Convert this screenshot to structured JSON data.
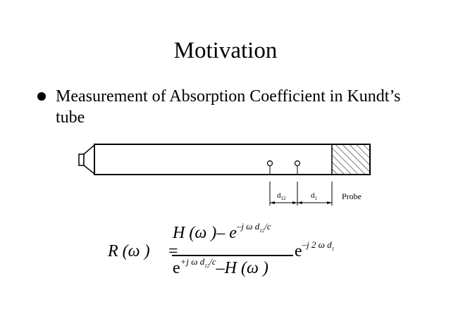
{
  "slide": {
    "title": "Motivation",
    "bullet": "Measurement of Absorption Coefficient in Kundt’s tube"
  },
  "diagram": {
    "label_d12": "d",
    "label_d12_sub": "12",
    "label_d1": "d",
    "label_d1_sub": "1",
    "label_probe": "Probe"
  },
  "equation": {
    "lhs": "R (ω )",
    "equals": "=",
    "numerator_a": "H (ω )– e",
    "numerator_exp": "–j ω d",
    "numerator_exp_sub": "12",
    "numerator_exp_tail": "/c",
    "denominator_a": "e",
    "denominator_exp": "+j ω d",
    "denominator_exp_sub": "12",
    "denominator_exp_tail": "/c",
    "denominator_b": "–H (ω )",
    "factor": "e",
    "factor_exp": "–j 2 ω d",
    "factor_exp_sub": "1"
  }
}
